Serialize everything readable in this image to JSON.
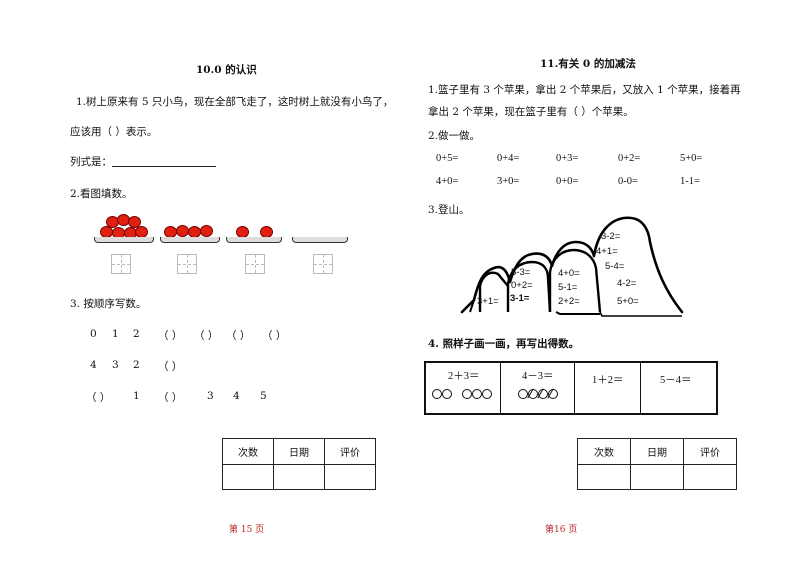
{
  "left": {
    "title": "10.0 的认识",
    "q1_line1": "1.树上原来有 5 只小鸟，现在全部飞走了，这时树上就没有小鸟了，",
    "q1_line2": "应该用（    ）表示。",
    "formula_label": "列式是：",
    "q2_title": "2.看图填数。",
    "q3_title": "3. 按顺序写数。",
    "row1": [
      "0",
      "1",
      "2",
      "（    ）",
      "（    ）",
      "（    ）",
      "（    ）"
    ],
    "row2": [
      "4",
      "3",
      "2",
      "（    ）"
    ],
    "row3": [
      "（    ）",
      "1",
      "（    ）",
      "3",
      "4",
      "5"
    ],
    "eval_table": {
      "headers": [
        "次数",
        "日期",
        "评价"
      ]
    },
    "page": "第 15 页"
  },
  "right": {
    "title": "11.有关 0 的加减法",
    "q1_line1": "1.篮子里有 3 个苹果，拿出 2 个苹果后，又放入 1 个苹果，接着再",
    "q1_line2": "拿出 2 个苹果，现在篮子里有（      ）个苹果。",
    "q2_title": "2.做一做。",
    "calc_row1": [
      "0+5=",
      "0+4=",
      "0+3=",
      "0+2=",
      "5+0="
    ],
    "calc_row2": [
      "4+0=",
      "3+0=",
      "0+0=",
      "0-0=",
      "1-1="
    ],
    "q3_title": "3.登山。",
    "mountain": {
      "small": [
        "3+1="
      ],
      "mid": [
        "5-3=",
        "0+2=",
        "3-1="
      ],
      "big1": [
        "4+0=",
        "5-1=",
        "2+2="
      ],
      "big2": [
        "3-2=",
        "4+1=",
        "5-4=",
        "4-2=",
        "5+0="
      ]
    },
    "q4_title": "4. 照样子画一画，再写出得数。",
    "draw_boxes": [
      "2＋3＝",
      "4－3＝",
      "1＋2＝",
      "5－4＝"
    ],
    "eval_table": {
      "headers": [
        "次数",
        "日期",
        "评价"
      ]
    },
    "page": "第16 页"
  }
}
